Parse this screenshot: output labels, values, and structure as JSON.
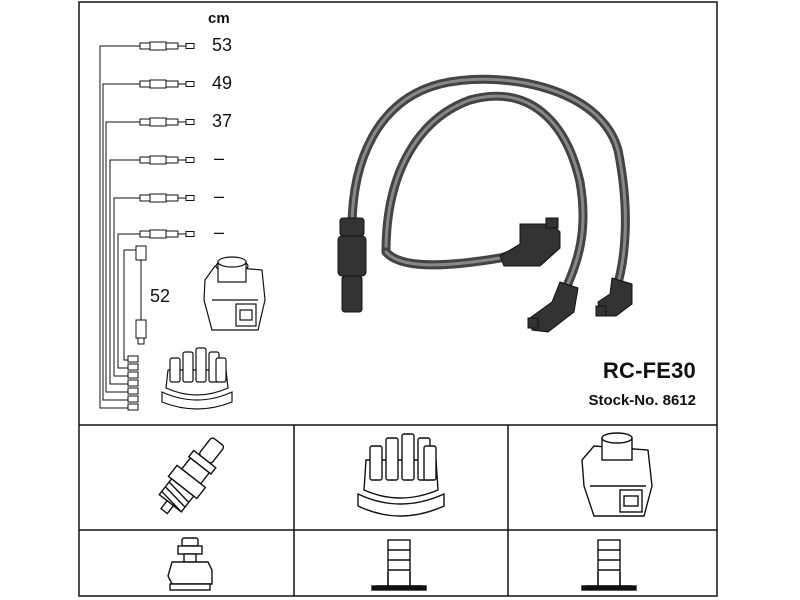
{
  "header": {
    "unit": "cm"
  },
  "lengths": [
    {
      "value": "53"
    },
    {
      "value": "49"
    },
    {
      "value": "37"
    },
    {
      "value": "–"
    },
    {
      "value": "–"
    },
    {
      "value": "–"
    }
  ],
  "coil_lead": {
    "value": "52"
  },
  "product": {
    "model": "RC-FE30",
    "stock": "Stock-No. 8612"
  },
  "colors": {
    "line": "#111111",
    "cable": "#555555",
    "boot": "#333333",
    "background": "#ffffff"
  },
  "icons": [
    "spark-plug-icon",
    "distributor-cap-icon",
    "ignition-coil-icon",
    "plug-terminal-icon",
    "cap-terminal-icon",
    "coil-terminal-icon"
  ]
}
